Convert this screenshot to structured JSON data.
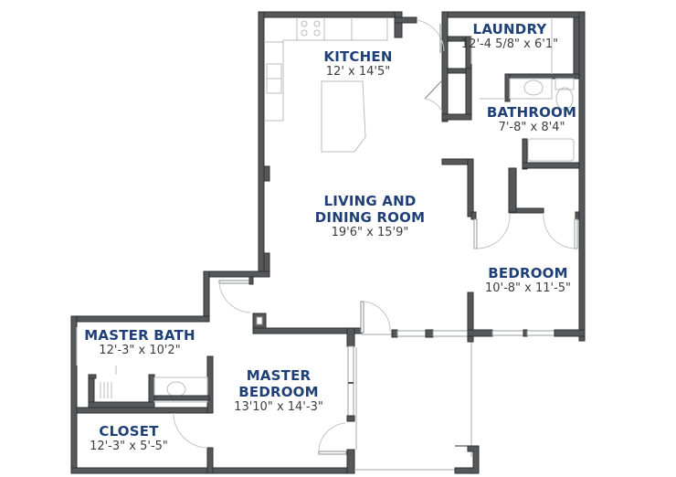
{
  "plan": {
    "colors": {
      "wall": "#55585b",
      "label": "#1f3f77",
      "dimension": "#3a3c3e",
      "fixture": "#b9bbbd"
    },
    "rooms": [
      {
        "id": "kitchen",
        "name": "KITCHEN",
        "dims": "12' x 14'5\""
      },
      {
        "id": "laundry",
        "name": "LAUNDRY",
        "dims": "12'-4 5/8\" x 6'1\""
      },
      {
        "id": "bathroom",
        "name": "BATHROOM",
        "dims": "7'-8\" x 8'4\""
      },
      {
        "id": "living",
        "name_line1": "LIVING AND",
        "name_line2": "DINING ROOM",
        "dims": "19'6\" x 15'9\""
      },
      {
        "id": "bedroom",
        "name": "BEDROOM",
        "dims": "10'-8\" x 11'-5\""
      },
      {
        "id": "master_bath",
        "name": "MASTER BATH",
        "dims": "12'-3\" x 10'2\""
      },
      {
        "id": "master_bedroom",
        "name_line1": "MASTER",
        "name_line2": "BEDROOM",
        "dims": "13'10\" x 14'-3\""
      },
      {
        "id": "closet",
        "name": "CLOSET",
        "dims": "12'-3\" x 5'-5\""
      }
    ]
  }
}
